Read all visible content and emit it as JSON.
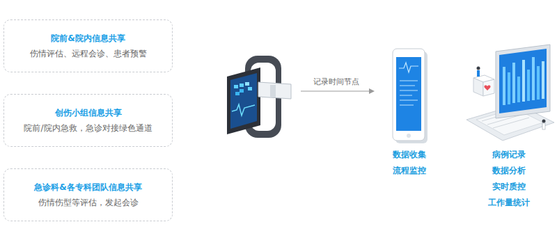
{
  "diagram": {
    "nodes": [
      {
        "text": [
          "院前&院内信息共享",
          "伤情评估、远程会诊、患者预警"
        ]
      },
      {
        "text": [
          "创伤小组信息共享",
          "院前/院内急救，急诊对接绿色通道"
        ]
      },
      {
        "text": [
          "急诊科&各专科团队信息共享",
          "伤情伤型等评估，发起会诊"
        ]
      }
    ],
    "labels": [
      "记录时间节点",
      "数据收集",
      "流程监控",
      "病例记录",
      "数据分析",
      "实时质控",
      "工作量统计"
    ]
  }
}
